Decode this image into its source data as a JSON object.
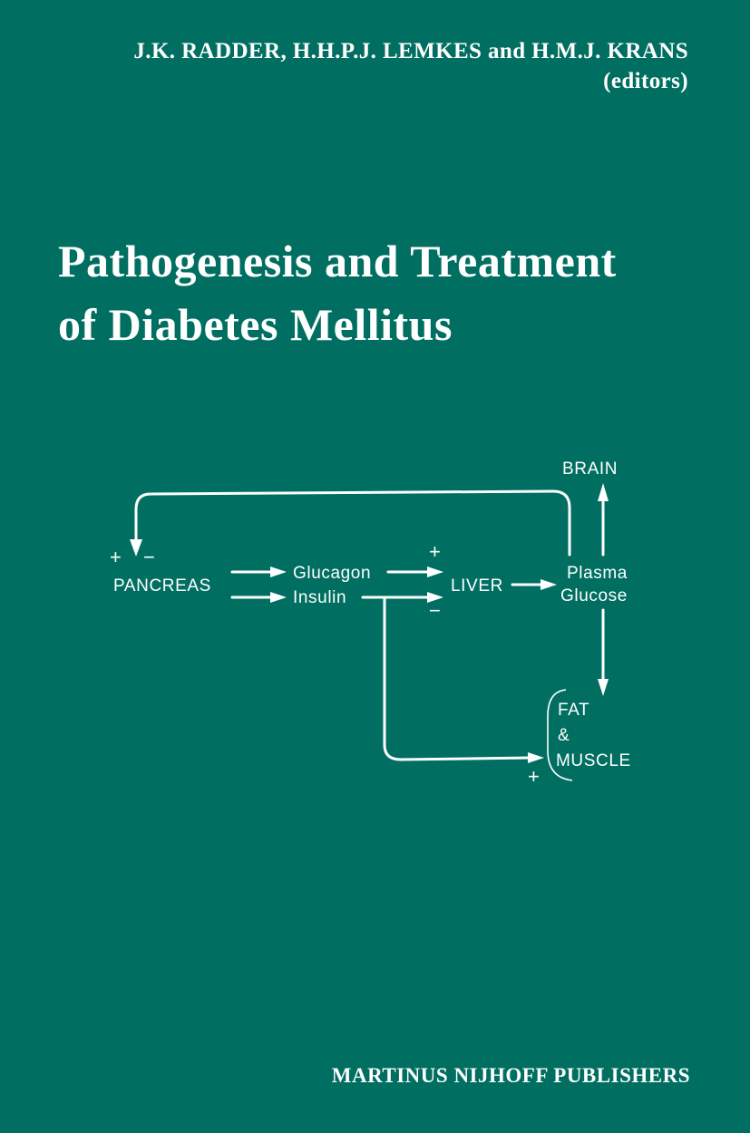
{
  "cover": {
    "editors_line1": "J.K. RADDER, H.H.P.J. LEMKES and H.M.J. KRANS",
    "editors_line2": "(editors)",
    "title_line1": "Pathogenesis and Treatment",
    "title_line2": "of Diabetes Mellitus",
    "publisher": "MARTINUS NIJHOFF PUBLISHERS",
    "background_color": "#006f61",
    "text_color": "#ffffff"
  },
  "diagram": {
    "brain": "BRAIN",
    "pancreas": "PANCREAS",
    "glucagon": "Glucagon",
    "insulin": "Insulin",
    "liver": "LIVER",
    "plasma": "Plasma",
    "glucose": "Glucose",
    "fat": "FAT",
    "ampersand": "&",
    "muscle": "MUSCLE",
    "pancreas_plus": "+",
    "pancreas_minus": "−",
    "liver_plus": "+",
    "liver_minus": "−",
    "muscle_plus": "+"
  }
}
